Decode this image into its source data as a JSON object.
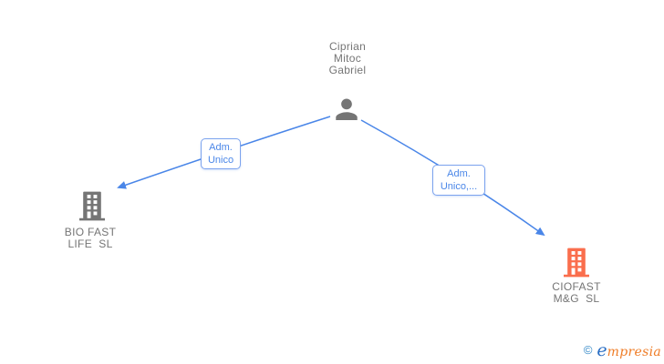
{
  "diagram": {
    "person": {
      "name": "Ciprian\nMitoc\nGabriel",
      "icon": "person-icon"
    },
    "edges": [
      {
        "label": "Adm.\nUnico",
        "from": "Ciprian Mitoc Gabriel",
        "to": "BIO FAST LIFE SL"
      },
      {
        "label": "Adm.\nUnico,...",
        "from": "Ciprian Mitoc Gabriel",
        "to": "CIOFAST M&G SL"
      }
    ],
    "companies": [
      {
        "name": "BIO FAST\nLIFE  SL",
        "icon": "building-icon",
        "accent": "#757575"
      },
      {
        "name": "CIOFAST\nM&G  SL",
        "icon": "building-icon",
        "accent": "#FA6E4D"
      }
    ],
    "colors": {
      "edge_blue": "#4A86E8",
      "node_gray": "#757575",
      "company_accent_orange": "#FA6E4D"
    }
  },
  "watermark": {
    "copyright_symbol": "©",
    "brand_initial": "e",
    "brand_rest": "mpresia",
    "blue": "#2B6FC4",
    "orange": "#EF7C26"
  }
}
